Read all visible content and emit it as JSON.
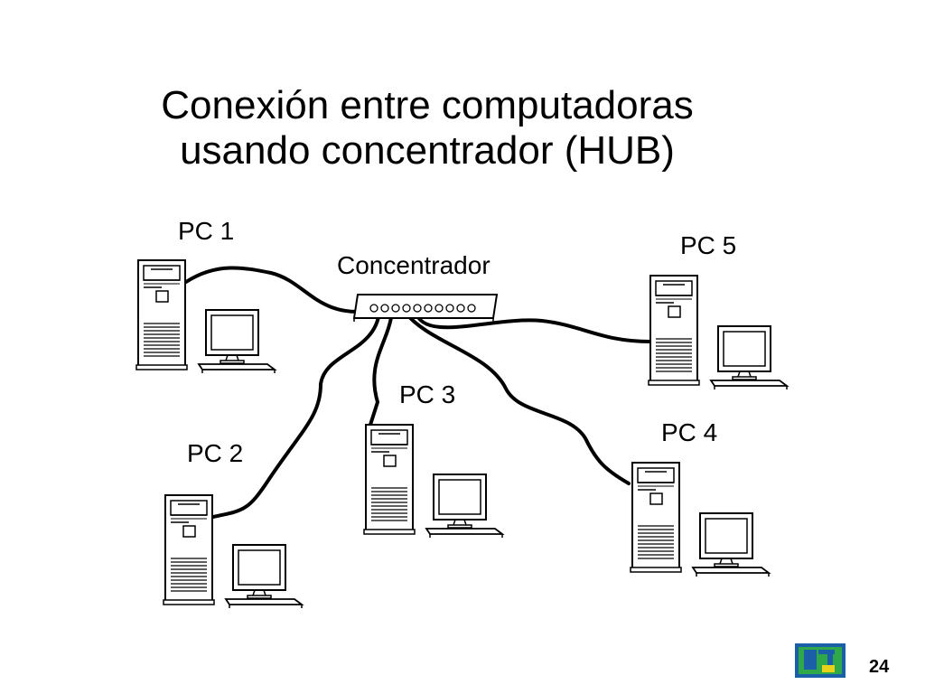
{
  "title": {
    "line1": "Conexión entre computadoras",
    "line2": "usando concentrador (HUB)"
  },
  "hub": {
    "label": "Concentrador"
  },
  "pcs": [
    {
      "label": "PC 1"
    },
    {
      "label": "PC 2"
    },
    {
      "label": "PC 3"
    },
    {
      "label": "PC 4"
    },
    {
      "label": "PC 5"
    }
  ],
  "page_number": "24",
  "logo": {
    "icon": "pi-logo-icon",
    "colors": {
      "frame": "#1a5fa8",
      "inner": "#2fa84a",
      "accent": "#e8d21a"
    }
  }
}
